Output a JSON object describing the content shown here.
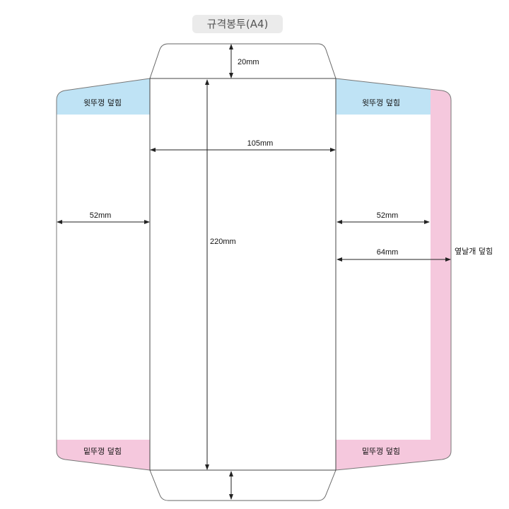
{
  "title": "규격봉투(A4)",
  "colors": {
    "top_flap": "#bfe3f5",
    "bottom_flap": "#f5c8dd",
    "outline": "#555555"
  },
  "labels": {
    "top_flap_left": "윗뚜껑 덮힘",
    "top_flap_right": "윗뚜껑 덮힘",
    "bottom_flap_left": "밑뚜껑 덮힘",
    "bottom_flap_right": "밑뚜껑 덮힘",
    "side_flap": "옆날개 덮힘"
  },
  "dimensions": {
    "top_flap_height": "20mm",
    "body_width": "105mm",
    "body_height": "220mm",
    "left_flap_width": "52mm",
    "right_flap_width": "52mm",
    "right_flap_total": "64mm"
  }
}
